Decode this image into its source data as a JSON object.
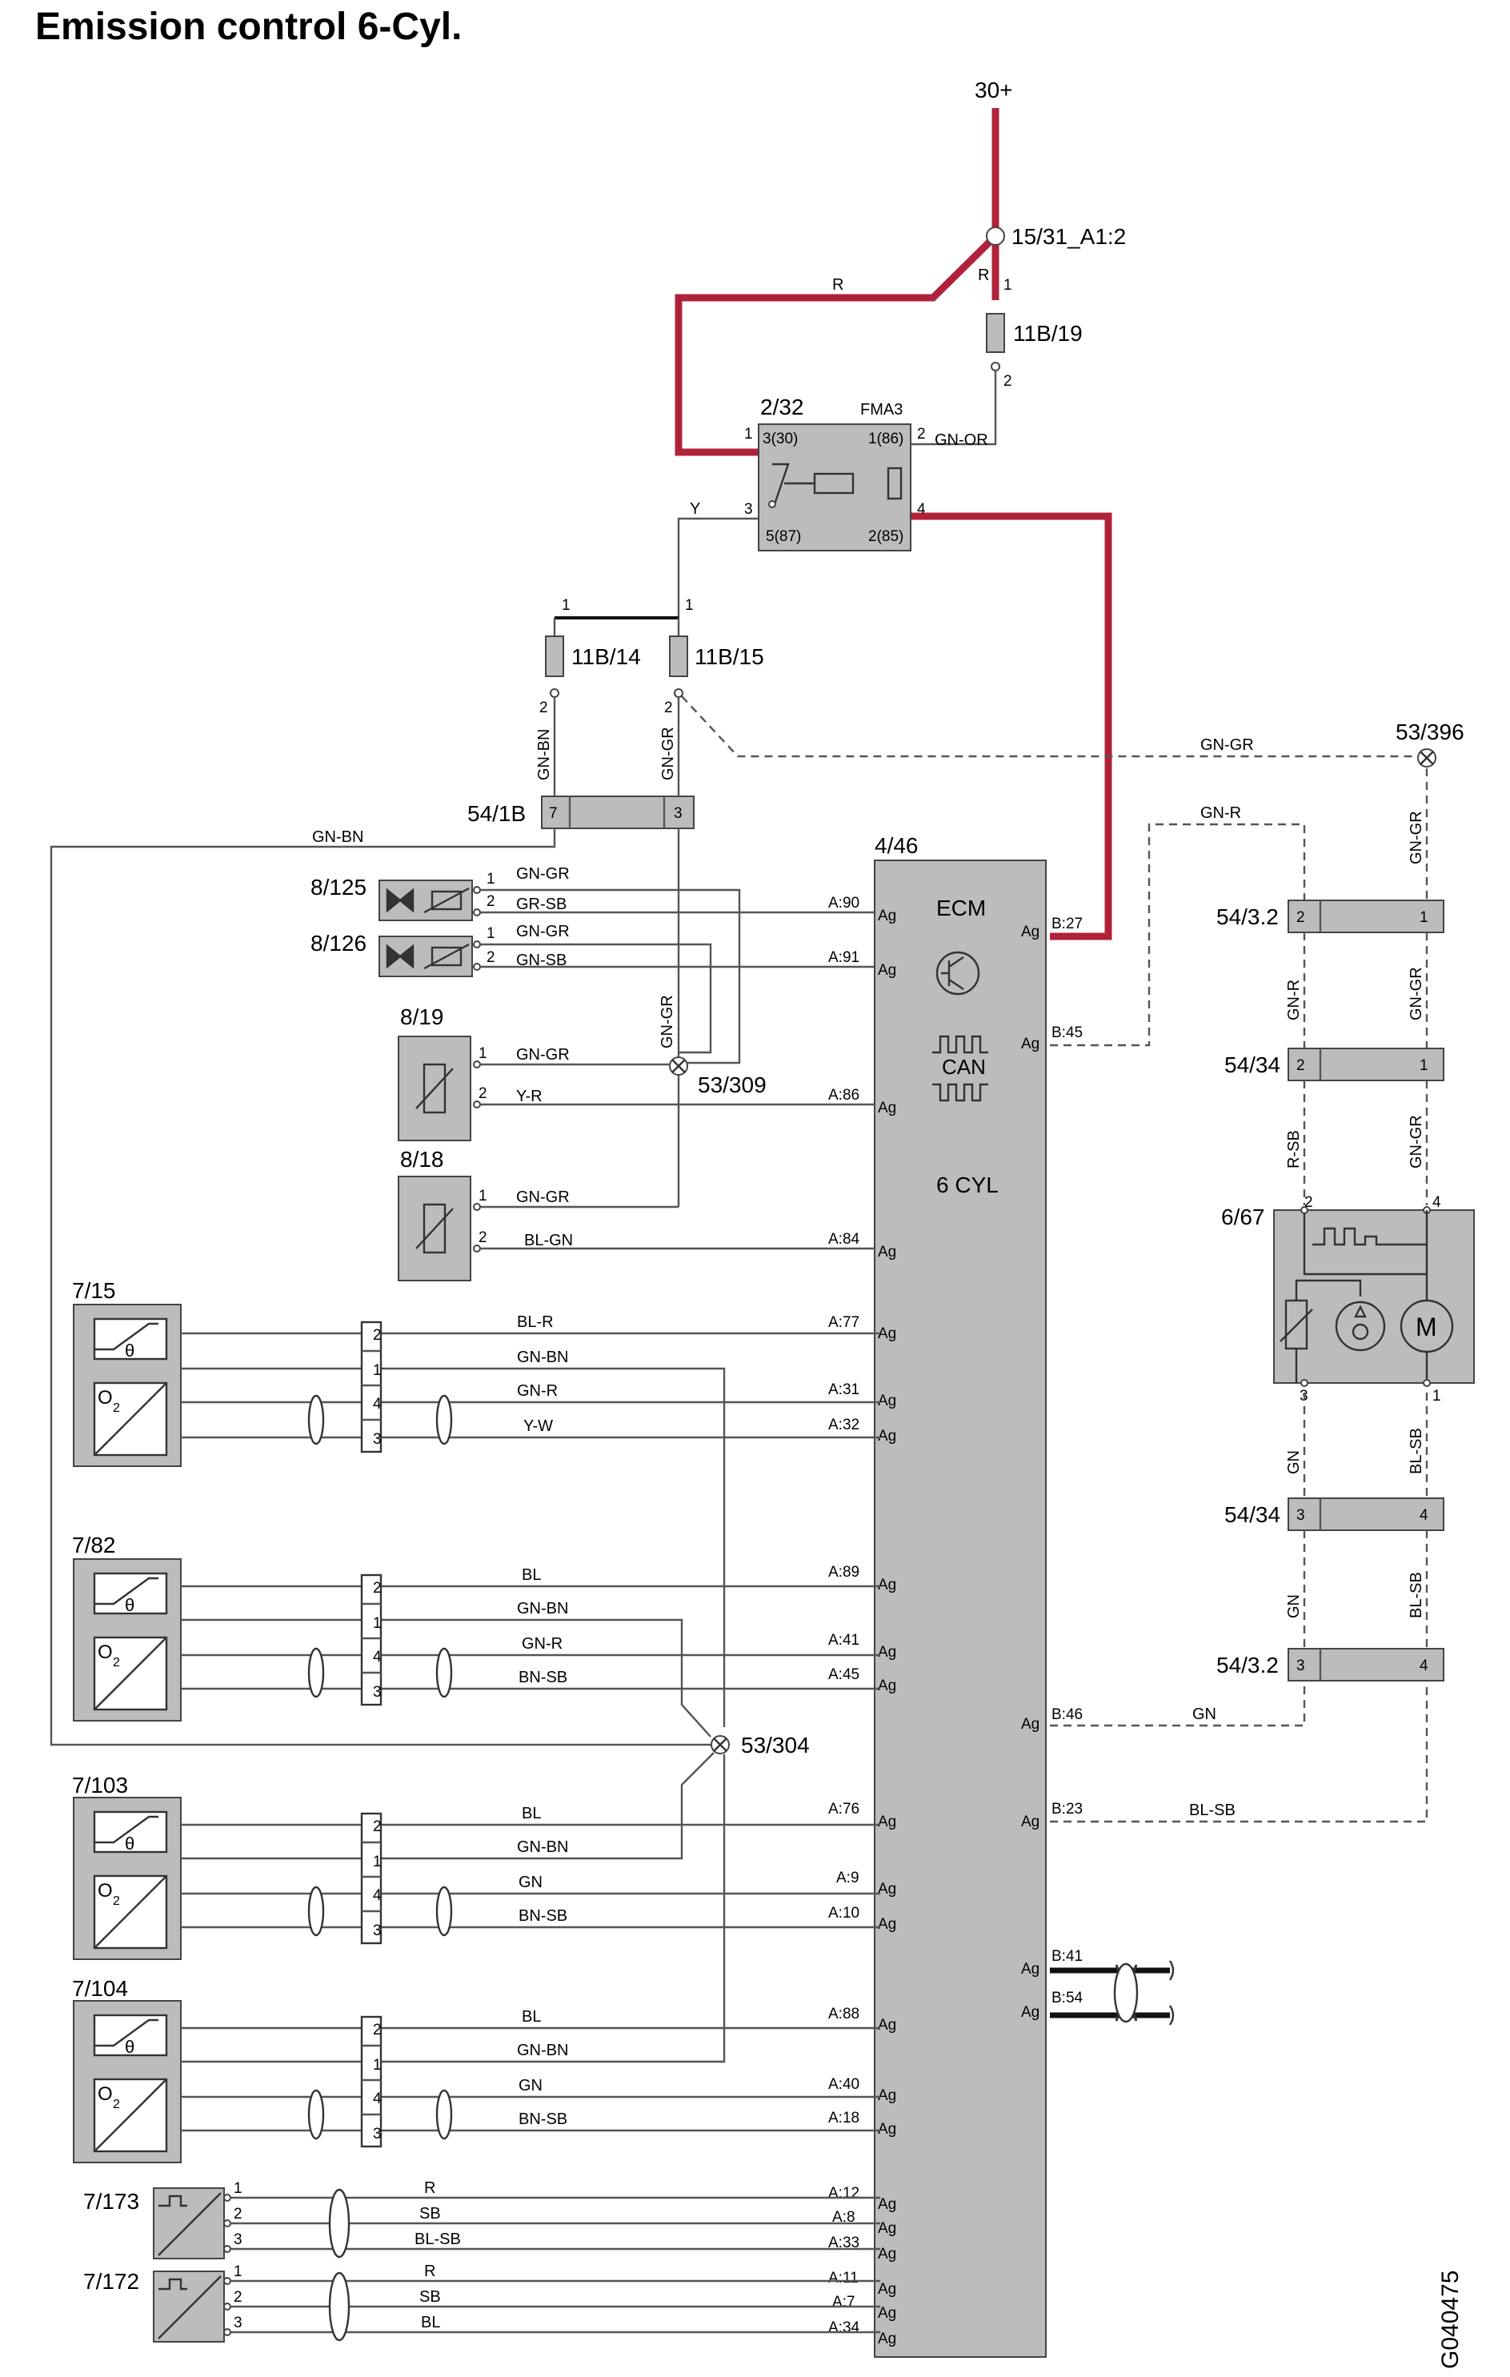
{
  "title": "Emission control 6-Cyl.",
  "doc_id": "G040475",
  "power": {
    "supply": "30+",
    "node": "15/31_A1:2"
  },
  "fuses": {
    "f19": "11B/19",
    "f14": "11B/14",
    "f15": "11B/15"
  },
  "relay": {
    "id": "2/32",
    "name": "FMA3",
    "p30": "3(30)",
    "p86": "1(86)",
    "p87": "5(87)",
    "p85": "2(85)"
  },
  "connectors": {
    "c54_1b": "54/1B",
    "c54_32": "54/3.2",
    "c54_34": "54/34",
    "c53_396": "53/396",
    "c53_309": "53/309",
    "c53_304": "53/304"
  },
  "ecm": {
    "id": "4/46",
    "name": "ECM",
    "bus": "CAN",
    "variant": "6 CYL"
  },
  "components": {
    "c8_125": "8/125",
    "c8_126": "8/126",
    "c8_19": "8/19",
    "c8_18": "8/18",
    "c7_15": "7/15",
    "c7_82": "7/82",
    "c7_103": "7/103",
    "c7_104": "7/104",
    "c7_173": "7/173",
    "c7_172": "7/172",
    "c6_67": "6/67"
  },
  "symbols": {
    "theta": "θ",
    "o2": "O",
    "o2_sub": "2",
    "motor": "M",
    "ag": "Ag"
  },
  "wires": {
    "R": "R",
    "GN_OR": "GN-OR",
    "Y_W": "Y-W",
    "Y": "Y",
    "GN_BN": "GN-BN",
    "GN_GR": "GN-GR",
    "GN_R": "GN-R",
    "GR_SB": "GR-SB",
    "GN_SB": "GN-SB",
    "Y_R": "Y-R",
    "BL_GN": "BL-GN",
    "BL_R": "BL-R",
    "BL": "BL",
    "BN_SB": "BN-SB",
    "GN": "GN",
    "R_SB": "R-SB",
    "BL_SB": "BL-SB",
    "SB": "SB"
  },
  "ecm_pins": {
    "a90": "A:90",
    "a91": "A:91",
    "a86": "A:86",
    "a84": "A:84",
    "a77": "A:77",
    "a31": "A:31",
    "a32": "A:32",
    "a89": "A:89",
    "a41": "A:41",
    "a45": "A:45",
    "a76": "A:76",
    "a9": "A:9",
    "a10": "A:10",
    "a88": "A:88",
    "a40": "A:40",
    "a18": "A:18",
    "a12": "A:12",
    "a8": "A:8",
    "a33": "A:33",
    "a11": "A:11",
    "a7": "A:7",
    "a34": "A:34",
    "b27": "B:27",
    "b45": "B:45",
    "b46": "B:46",
    "b23": "B:23",
    "b41": "B:41",
    "b54": "B:54"
  },
  "pins": {
    "p1": "1",
    "p2": "2",
    "p3": "3",
    "p4": "4",
    "p7": "7"
  },
  "colors": {
    "supply_wire": "#b0223a",
    "component_fill": "#bcbcbc",
    "outline": "#444444"
  }
}
